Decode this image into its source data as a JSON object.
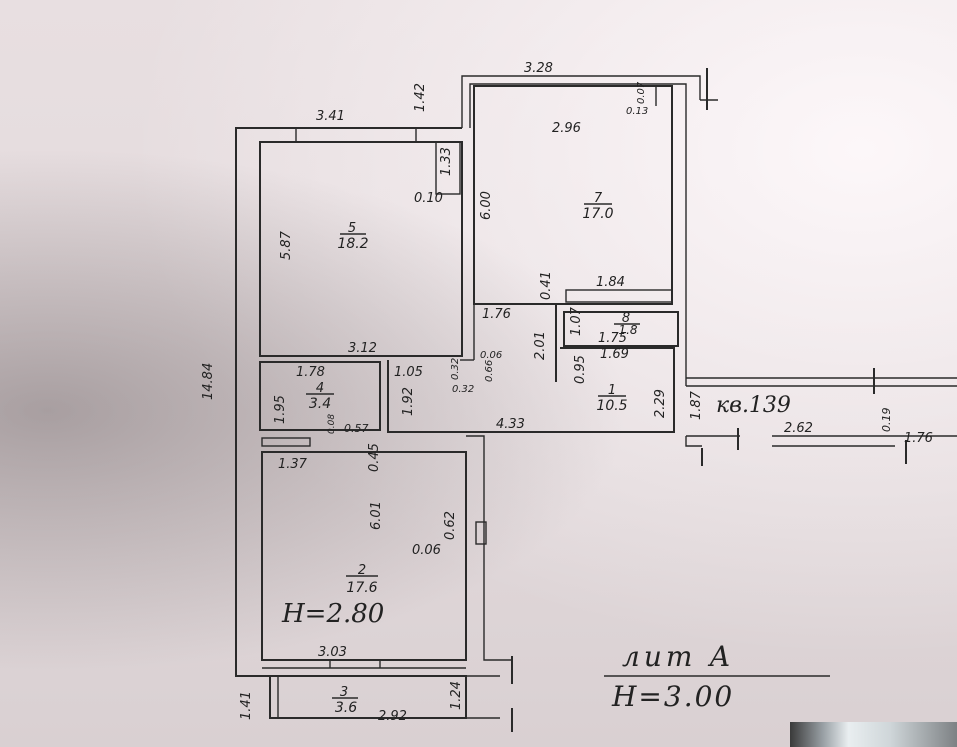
{
  "rooms": [
    {
      "id": "r1",
      "number": "1",
      "area": "10.5"
    },
    {
      "id": "r2",
      "number": "2",
      "area": "17.6"
    },
    {
      "id": "r3",
      "number": "3",
      "area": "3.6"
    },
    {
      "id": "r4",
      "number": "4",
      "area": "3.4"
    },
    {
      "id": "r5",
      "number": "5",
      "area": "18.2"
    },
    {
      "id": "r7",
      "number": "7",
      "area": "17.0"
    },
    {
      "id": "r8",
      "number": "8",
      "area": "1.8"
    }
  ],
  "dimensions": {
    "top_right_width": "3.28",
    "top_left_width": "3.41",
    "top_left_offset": "1.42",
    "r7_small_a": "0.07",
    "r7_small_b": "0.13",
    "r7_width": "2.96",
    "r7_height": "6.00",
    "r5_corner_depth": "1.33",
    "r5_corner_gap": "0.10",
    "r5_height": "5.87",
    "r5_width": "3.12",
    "outer_height": "14.84",
    "hall_upper_height": "2.01",
    "r7_niche": "0.41",
    "r7_bottom": "1.84",
    "hall_upper_width": "1.76",
    "r8_height": "1.07",
    "r8_width": "1.75",
    "hall_small_a": "0.06",
    "hall_small_b": "0.32",
    "hall_small_c": "0.32",
    "hall_small_d": "0.66",
    "r4_width": "1.78",
    "r4_door": "1.05",
    "r4_height": "1.95",
    "r4_side": "1.92",
    "r4_small_a": "0.08",
    "r4_small_b": "0.57",
    "r1_niche": "0.95",
    "r1_width_top": "1.69",
    "r1_height": "2.29",
    "r1_width": "4.33",
    "r1_entry": "1.87",
    "r2_top_gap": "0.45",
    "r2_top": "1.37",
    "r2_height": "6.01",
    "r2_side": "0.62",
    "r2_side_small": "0.06",
    "r2_bottom": "3.03",
    "r3_left": "1.41",
    "r3_right": "1.24",
    "r3_width": "2.92",
    "corridor_len": "2.62",
    "corridor_small": "0.19",
    "corridor_end": "1.76"
  },
  "labels": {
    "apartment": "кв.139",
    "room_height": "H=2.80",
    "lit": "лит А",
    "lit_height": "H=3.00"
  }
}
